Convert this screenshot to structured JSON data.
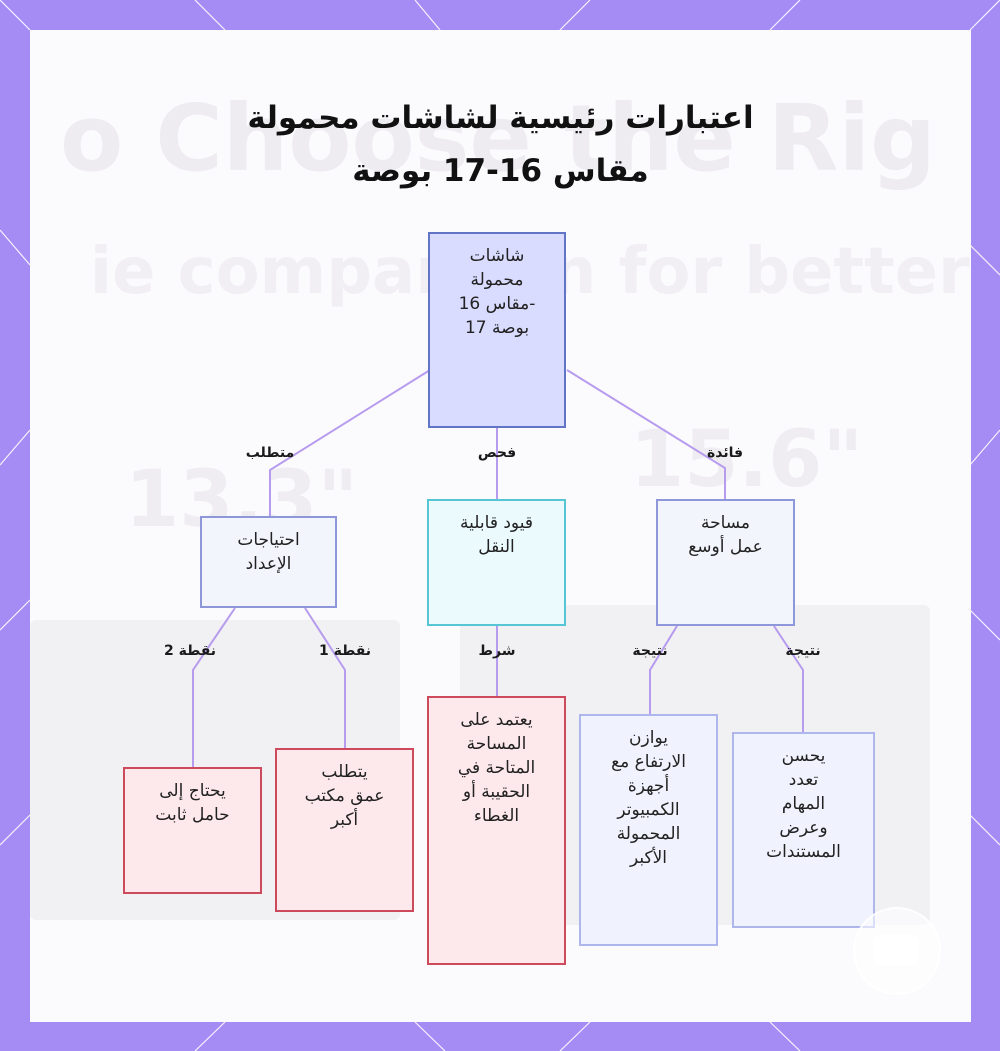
{
  "title": {
    "line1": "اعتبارات رئيسية لشاشات محمولة",
    "line2": "مقاس 16-17 بوصة"
  },
  "colors": {
    "frame": "#a58bf4",
    "edge": "#b69bee",
    "root_fill": "#d9dbff",
    "root_border": "#6274c5",
    "portability_border": "#56c6d4",
    "warning_border": "#cc4a5c",
    "result_border": "#aeb7ec"
  },
  "nodes": {
    "root": [
      "شاشات",
      "محمولة",
      "مقاس 16-",
      "17 بوصة"
    ],
    "setup_needs": [
      "احتياجات",
      "الإعداد"
    ],
    "portability": [
      "قيود قابلية",
      "النقل"
    ],
    "workspace": [
      "مساحة",
      "عمل أوسع"
    ],
    "fixed_stand": [
      "يحتاج إلى",
      "حامل ثابت"
    ],
    "desk_depth": [
      "يتطلب",
      "عمق مكتب",
      "أكبر"
    ],
    "bag_space": [
      "يعتمد على",
      "المساحة",
      "المتاحة في",
      "الحقيبة أو",
      "الغطاء"
    ],
    "height_balance": [
      "يوازن",
      "الارتفاع مع",
      "أجهزة",
      "الكمبيوتر",
      "المحمولة",
      "الأكبر"
    ],
    "multitasking": [
      "يحسن",
      "تعدد",
      "المهام",
      "وعرض",
      "المستندات"
    ]
  },
  "edge_labels": {
    "requirement": "متطلب",
    "check": "فحص",
    "benefit": "فائدة",
    "point_2": "نقطة 2",
    "point_1": "نقطة 1",
    "condition": "شرط",
    "result_left": "نتيجة",
    "result_right": "نتيجة"
  }
}
